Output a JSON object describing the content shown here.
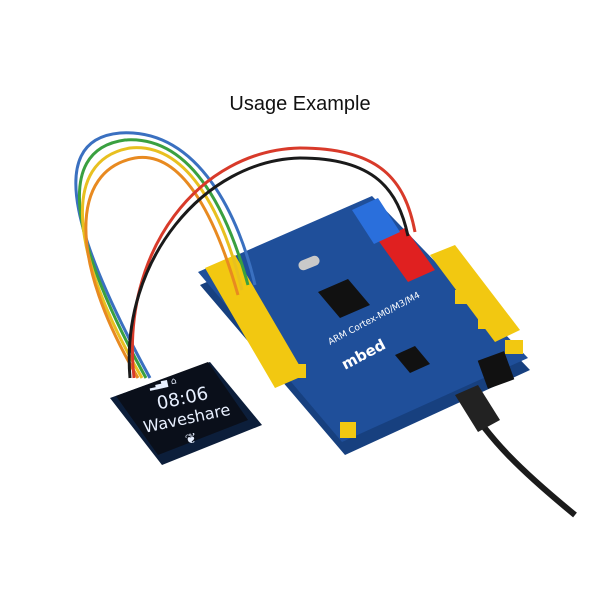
{
  "caption": "Usage Example",
  "oled": {
    "time": "08:06",
    "brand": "Waveshare"
  },
  "board": {
    "chip_label": "ARM Cortex-M0/M3/M4",
    "mbed_label": "mbed"
  },
  "colors": {
    "board_blue": "#1f4f9a",
    "header_yellow": "#f2c811",
    "header_red": "#e02020",
    "header_blue": "#2a6fdc",
    "wire_red": "#d83a2a",
    "wire_black": "#1a1a1a",
    "wire_yellow": "#e8c020",
    "wire_orange": "#e88a20",
    "wire_green": "#3aa040",
    "wire_blue": "#3a70c0",
    "oled_bg": "#0a0f1a",
    "usb_cable": "#1b1b1b"
  }
}
